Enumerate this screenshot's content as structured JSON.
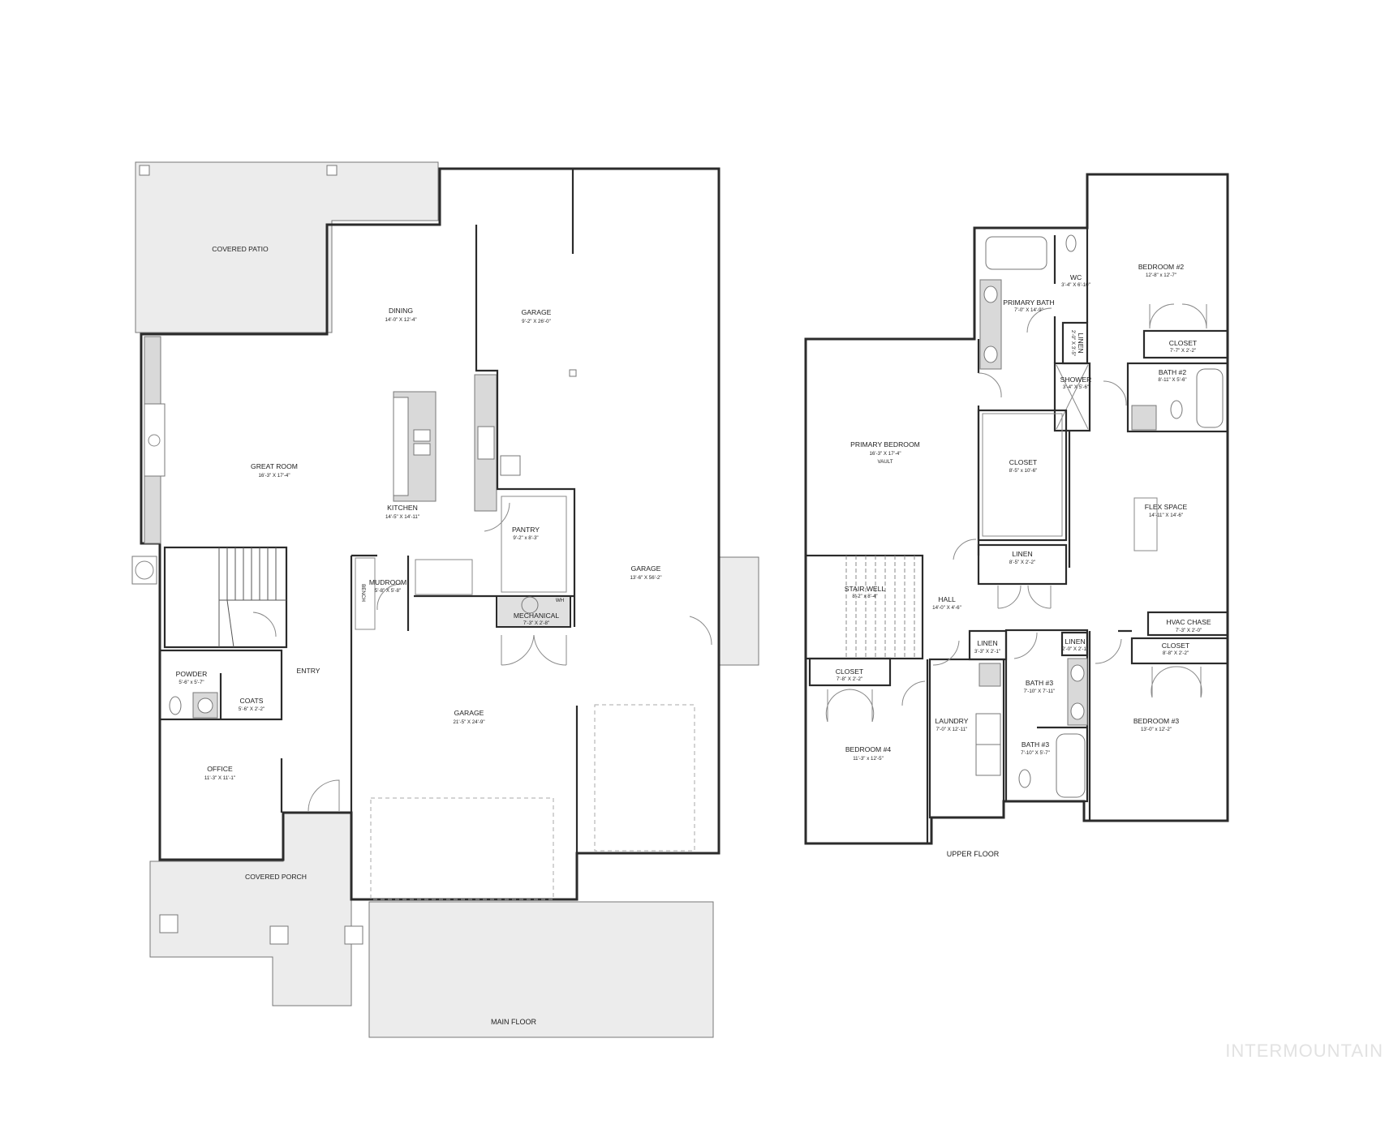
{
  "main_floor": {
    "label": "MAIN FLOOR",
    "rooms": [
      {
        "name": "COVERED PATIO",
        "dims": ""
      },
      {
        "name": "DINING",
        "dims": "14'-0\" X 12'-4\""
      },
      {
        "name": "GARAGE",
        "dims": "9'-2\" X 26'-0\""
      },
      {
        "name": "GREAT ROOM",
        "dims": "16'-3\" X 17'-4\""
      },
      {
        "name": "KITCHEN",
        "dims": "14'-5\" X 14'-11\""
      },
      {
        "name": "PANTRY",
        "dims": "9'-2\" x 8'-3\""
      },
      {
        "name": "MUDROOM",
        "dims": "5'-8\" X 5'-8\""
      },
      {
        "name": "BENCH",
        "dims": ""
      },
      {
        "name": "MECHANICAL",
        "dims": "7'-3\" X 2'-8\""
      },
      {
        "name": "ENTRY",
        "dims": ""
      },
      {
        "name": "POWDER",
        "dims": "5'-6\" x 5'-7\""
      },
      {
        "name": "COATS",
        "dims": "5'-6\" X 2'-2\""
      },
      {
        "name": "GARAGE",
        "dims": "21'-5\" X 24'-9\""
      },
      {
        "name": "GARAGE",
        "dims": "13'-6\" X 56'-2\""
      },
      {
        "name": "OFFICE",
        "dims": "11'-3\" X 11'-1\""
      },
      {
        "name": "COVERED PORCH",
        "dims": ""
      }
    ],
    "appliance_tag": "WH"
  },
  "upper_floor": {
    "label": "UPPER FLOOR",
    "rooms": [
      {
        "name": "BEDROOM #2",
        "dims": "12'-8\" x 12'-7\""
      },
      {
        "name": "WC",
        "dims": "3'-4\" X 6'-10\""
      },
      {
        "name": "PRIMARY BATH",
        "dims": "7'-0\" X 14'-9\""
      },
      {
        "name": "LINEN",
        "dims": "2'-0\" X 3'-5\""
      },
      {
        "name": "CLOSET",
        "dims": "7'-7\" X 2'-2\""
      },
      {
        "name": "BATH #2",
        "dims": "8'-11\" X 5'-6\""
      },
      {
        "name": "SHOWER",
        "dims": "3'-4\" X 5'-6\""
      },
      {
        "name": "PRIMARY BEDROOM",
        "dims": "16'-3\" X 17'-4\"",
        "note": "VAULT"
      },
      {
        "name": "CLOSET",
        "dims": "8'-5\" x 10'-6\""
      },
      {
        "name": "FLEX SPACE",
        "dims": "14'-11\" X 14'-6\""
      },
      {
        "name": "LINEN",
        "dims": "8'-5\" X 2'-2\""
      },
      {
        "name": "STAIR WELL",
        "dims": "8'-2\" x 8'-4\""
      },
      {
        "name": "HALL",
        "dims": "14'-0\" X 4'-6\""
      },
      {
        "name": "LINEN",
        "dims": "3'-3\" X 2'-1\""
      },
      {
        "name": "LINEN",
        "dims": "2'-0\" X 2'-1\""
      },
      {
        "name": "HVAC CHASE",
        "dims": "7'-3\" X 2'-0\""
      },
      {
        "name": "CLOSET",
        "dims": "8'-8\" X 2'-2\""
      },
      {
        "name": "CLOSET",
        "dims": "7'-8\" X 2'-2\""
      },
      {
        "name": "BATH #3",
        "dims": "7'-10\" X 7'-11\""
      },
      {
        "name": "LAUNDRY",
        "dims": "7'-0\" X 12'-11\""
      },
      {
        "name": "BEDROOM #3",
        "dims": "13'-0\" x 12'-2\""
      },
      {
        "name": "BEDROOM #4",
        "dims": "11'-3\" x 12'-5\""
      },
      {
        "name": "BATH #3",
        "dims": "7'-10\" X 5'-7\""
      }
    ]
  },
  "watermark": "INTERMOUNTAIN",
  "colors": {
    "wall": "#2b2b2b",
    "covered_area": "#ececec",
    "cabinetry": "#d9d9d9"
  }
}
